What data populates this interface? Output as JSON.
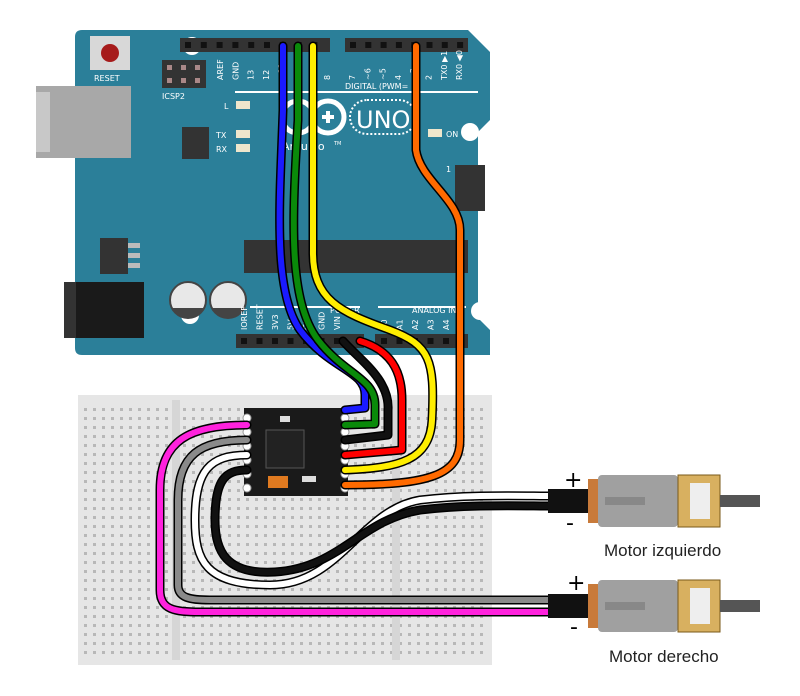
{
  "arduino": {
    "reset_label": "RESET",
    "icsp2_label": "ICSP2",
    "icsp_label": "1",
    "logo_text": "UNO",
    "brand_text": "Arduino",
    "tm": "TM",
    "led_labels": {
      "l": "L",
      "tx": "TX",
      "rx": "RX",
      "on": "ON"
    },
    "digital_header": "DIGITAL (PWM= ~)",
    "digital_pins": [
      "AREF",
      "GND",
      "13",
      "12",
      "~11",
      "~10",
      "~9",
      "8",
      "7",
      "~6",
      "~5",
      "4",
      "~3",
      "2",
      "TX0 ▶1",
      "RX0 ◀0"
    ],
    "power_header": "POWER",
    "analog_header": "ANALOG IN",
    "power_pins": [
      "IOREF",
      "RESET",
      "3V3",
      "5V",
      "GND",
      "GND",
      "VIN"
    ],
    "analog_pins": [
      "A0",
      "A1",
      "A2",
      "A3",
      "A4",
      "A5"
    ],
    "board_color": "#2b7f99"
  },
  "wires": {
    "colors": {
      "blue": "#1a1aff",
      "green": "#0a8a0a",
      "yellow": "#ffee00",
      "orange": "#ff6a00",
      "black": "#111111",
      "red": "#ff0000",
      "magenta": "#ff22dd",
      "gray": "#8a8a8a",
      "white": "#ffffff"
    }
  },
  "motors": [
    {
      "label": "Motor izquierdo",
      "plus": "+",
      "minus": "-"
    },
    {
      "label": "Motor derecho",
      "plus": "+",
      "minus": "-"
    }
  ]
}
